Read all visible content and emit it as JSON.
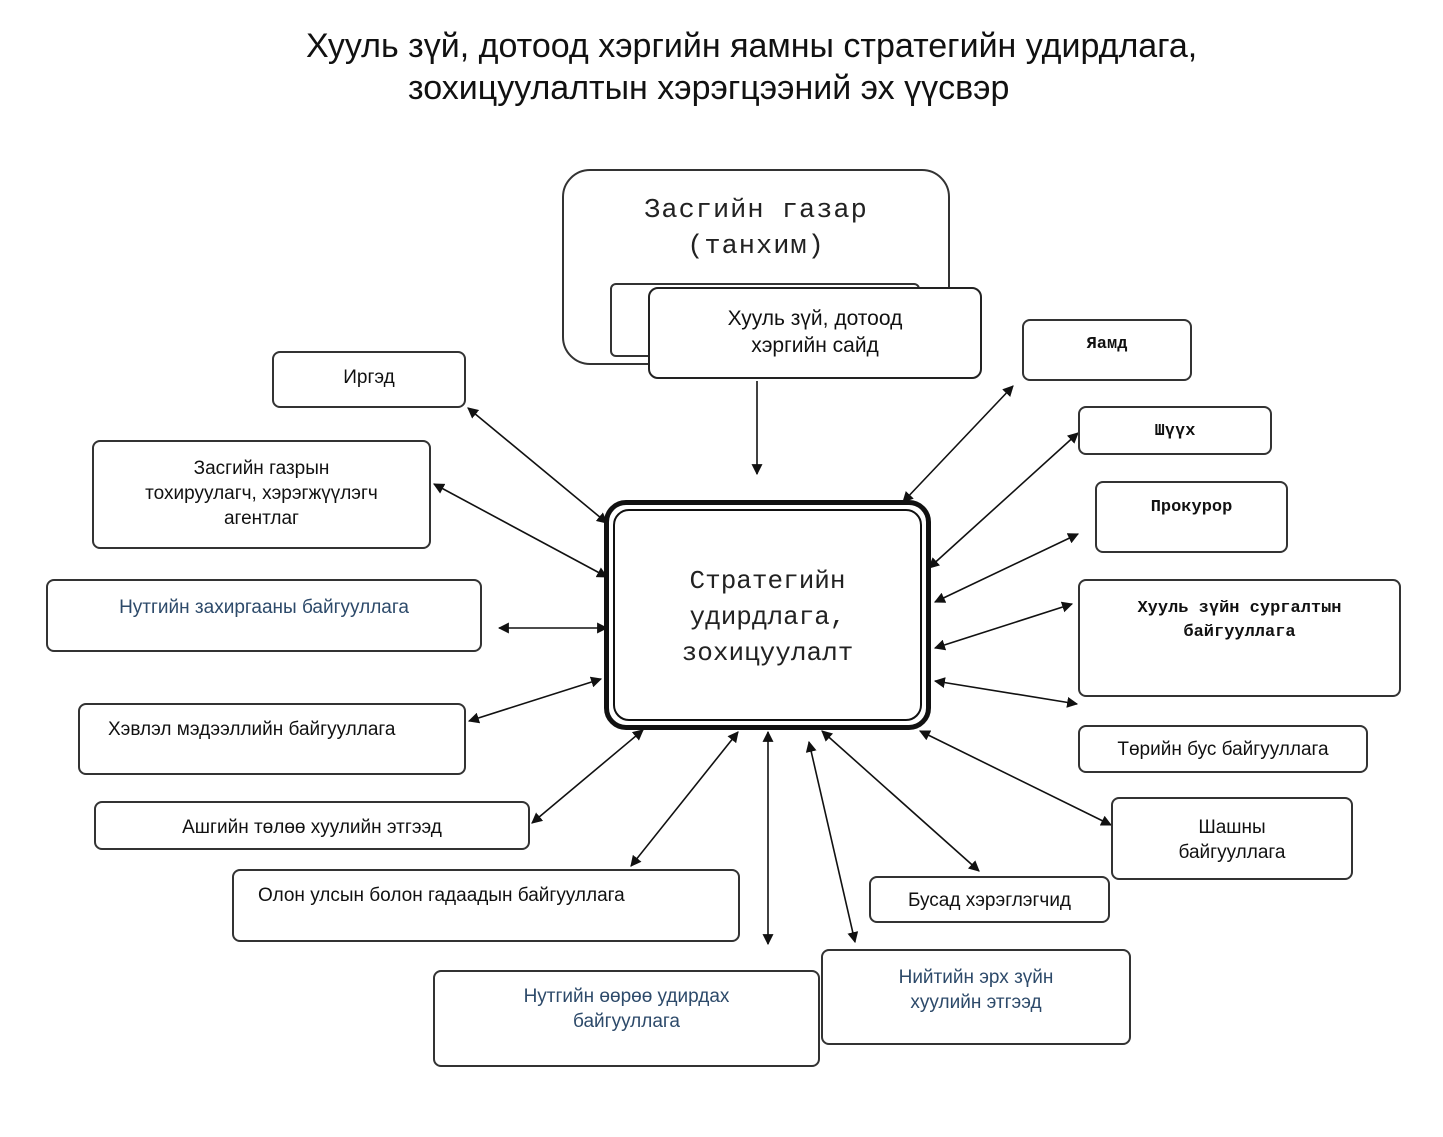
{
  "title": {
    "line1": "Хууль зүй, дотоод хэргийн яамны стратегийн удирдлага,",
    "line2": "зохицуулалтын хэрэгцээний эх үүсвэр"
  },
  "government": {
    "label": "Засгийн газар\n(танхим)"
  },
  "ministry": {
    "label": "Хууль зүй, дотоод\nхэргийн сайд"
  },
  "center": {
    "label": "Стратегийн\nудирдлага,\nзохицуулалт"
  },
  "left_nodes": {
    "citizens": "Иргэд",
    "gov_agencies": "Засгийн газрын\nтохируулагч, хэрэгжүүлэгч\nагентлаг",
    "local_admin": "Нутгийн захиргааны байгууллага",
    "media": "Хэвлэл мэдээллийн байгууллага",
    "lobby": "Ашгийн төлөө хуулийн этгээд",
    "international": "Олон улсын болон гадаадын байгууллага",
    "local_self_gov": "Нутгийн өөрөө удирдах\nбайгууллага"
  },
  "right_nodes": {
    "ministries": "Яамд",
    "court": "Шүүх",
    "prosecutor": "Прокурор",
    "law_school": "Хууль зүйн сургалтын\nбайгууллага",
    "ngo": "Төрийн бус байгууллага",
    "religious": "Шашны\nбайгууллага",
    "other_users": "Бусад хэрэглэгчид",
    "public_legal": "Нийтийн эрх зүйн\nхуулийн этгээд"
  }
}
